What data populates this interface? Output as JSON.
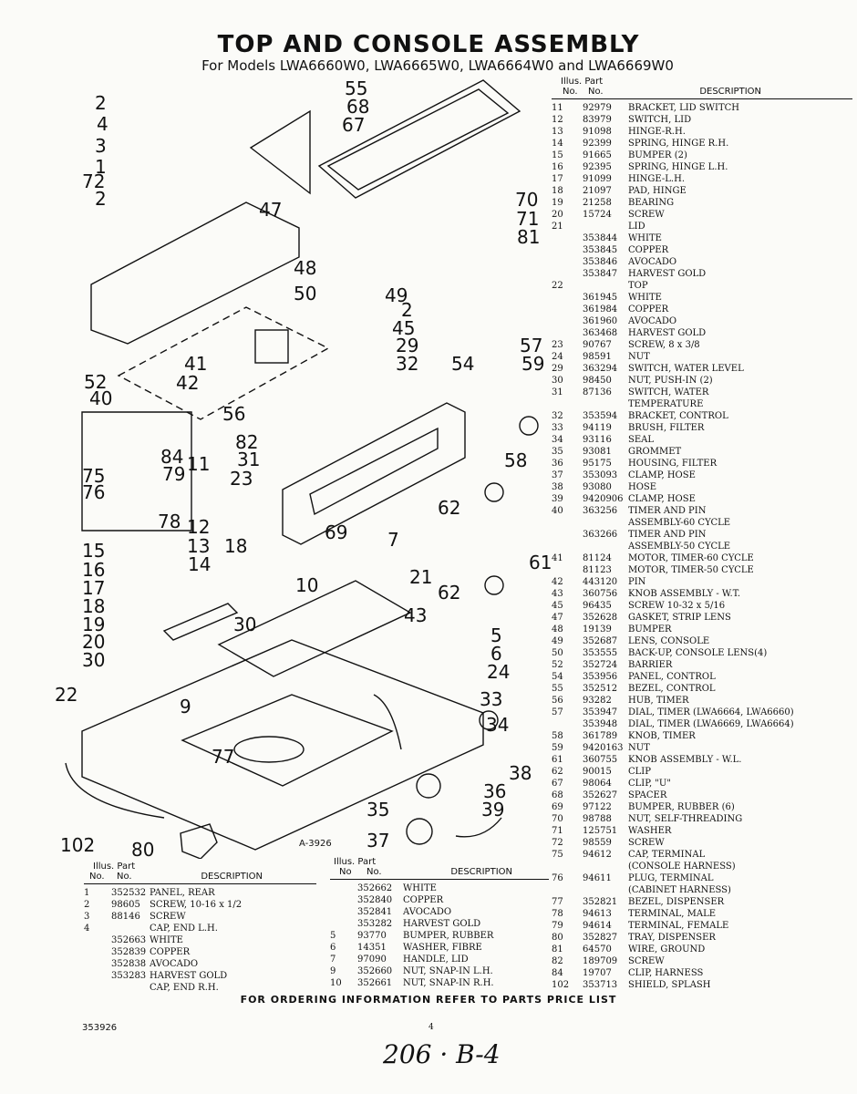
{
  "header": {
    "title": "TOP AND CONSOLE ASSEMBLY",
    "subtitle": "For Models LWA6660W0, LWA6665W0, LWA6664W0 and LWA6669W0"
  },
  "diagram": {
    "code": "A-3926",
    "callouts": [
      {
        "id": "c55",
        "label": "55"
      },
      {
        "id": "c2a",
        "label": "2"
      },
      {
        "id": "c68",
        "label": "68"
      },
      {
        "id": "c4",
        "label": "4"
      },
      {
        "id": "c67",
        "label": "67"
      },
      {
        "id": "c3",
        "label": "3"
      },
      {
        "id": "c1",
        "label": "1"
      },
      {
        "id": "c72",
        "label": "72"
      },
      {
        "id": "c2b",
        "label": "2"
      },
      {
        "id": "c47",
        "label": "47"
      },
      {
        "id": "c70",
        "label": "70"
      },
      {
        "id": "c71",
        "label": "71"
      },
      {
        "id": "c81",
        "label": "81"
      },
      {
        "id": "c48",
        "label": "48"
      },
      {
        "id": "c49",
        "label": "49"
      },
      {
        "id": "c50",
        "label": "50"
      },
      {
        "id": "c2c",
        "label": "2"
      },
      {
        "id": "c45",
        "label": "45"
      },
      {
        "id": "c29",
        "label": "29"
      },
      {
        "id": "c57",
        "label": "57"
      },
      {
        "id": "c41",
        "label": "41"
      },
      {
        "id": "c32",
        "label": "32"
      },
      {
        "id": "c54",
        "label": "54"
      },
      {
        "id": "c59",
        "label": "59"
      },
      {
        "id": "c42",
        "label": "42"
      },
      {
        "id": "c52",
        "label": "52"
      },
      {
        "id": "c40",
        "label": "40"
      },
      {
        "id": "c56",
        "label": "56"
      },
      {
        "id": "c82",
        "label": "82"
      },
      {
        "id": "c31",
        "label": "31"
      },
      {
        "id": "c58",
        "label": "58"
      },
      {
        "id": "c84",
        "label": "84"
      },
      {
        "id": "c11",
        "label": "11"
      },
      {
        "id": "c75",
        "label": "75"
      },
      {
        "id": "c79",
        "label": "79"
      },
      {
        "id": "c23",
        "label": "23"
      },
      {
        "id": "c76",
        "label": "76"
      },
      {
        "id": "c62a",
        "label": "62"
      },
      {
        "id": "c78",
        "label": "78"
      },
      {
        "id": "c12",
        "label": "12"
      },
      {
        "id": "c69",
        "label": "69"
      },
      {
        "id": "c13",
        "label": "13"
      },
      {
        "id": "c18",
        "label": "18"
      },
      {
        "id": "c7",
        "label": "7"
      },
      {
        "id": "c15",
        "label": "15"
      },
      {
        "id": "c14",
        "label": "14"
      },
      {
        "id": "c61",
        "label": "61"
      },
      {
        "id": "c16",
        "label": "16"
      },
      {
        "id": "c10",
        "label": "10"
      },
      {
        "id": "c21",
        "label": "21"
      },
      {
        "id": "c17",
        "label": "17"
      },
      {
        "id": "c62b",
        "label": "62"
      },
      {
        "id": "c18b",
        "label": "18"
      },
      {
        "id": "c30a",
        "label": "30"
      },
      {
        "id": "c43",
        "label": "43"
      },
      {
        "id": "c19",
        "label": "19"
      },
      {
        "id": "c5",
        "label": "5"
      },
      {
        "id": "c20",
        "label": "20"
      },
      {
        "id": "c6",
        "label": "6"
      },
      {
        "id": "c30b",
        "label": "30"
      },
      {
        "id": "c24",
        "label": "24"
      },
      {
        "id": "c22",
        "label": "22"
      },
      {
        "id": "c33",
        "label": "33"
      },
      {
        "id": "c9",
        "label": "9"
      },
      {
        "id": "c34",
        "label": "34"
      },
      {
        "id": "c77",
        "label": "77"
      },
      {
        "id": "c38",
        "label": "38"
      },
      {
        "id": "c36",
        "label": "36"
      },
      {
        "id": "c35",
        "label": "35"
      },
      {
        "id": "c39",
        "label": "39"
      },
      {
        "id": "c102",
        "label": "102"
      },
      {
        "id": "c80",
        "label": "80"
      },
      {
        "id": "c37",
        "label": "37"
      }
    ]
  },
  "right_table": {
    "head_line1": "Illus.  Part",
    "head_no1": "No.",
    "head_no2": "No.",
    "head_desc": "DESCRIPTION",
    "rows": [
      {
        "illus": "11",
        "part": "92979",
        "desc": "BRACKET, LID SWITCH"
      },
      {
        "illus": "12",
        "part": "83979",
        "desc": "SWITCH, LID"
      },
      {
        "illus": "13",
        "part": "91098",
        "desc": "HINGE-R.H."
      },
      {
        "illus": "14",
        "part": "92399",
        "desc": "SPRING, HINGE R.H."
      },
      {
        "illus": "15",
        "part": "91665",
        "desc": "BUMPER (2)"
      },
      {
        "illus": "16",
        "part": "92395",
        "desc": "SPRING, HINGE L.H."
      },
      {
        "illus": "17",
        "part": "91099",
        "desc": "HINGE-L.H."
      },
      {
        "illus": "18",
        "part": "21097",
        "desc": "PAD, HINGE"
      },
      {
        "illus": "19",
        "part": "21258",
        "desc": "BEARING"
      },
      {
        "illus": "20",
        "part": "15724",
        "desc": "SCREW"
      },
      {
        "illus": "21",
        "part": "",
        "desc": "LID"
      },
      {
        "illus": "",
        "part": "353844",
        "desc": "WHITE"
      },
      {
        "illus": "",
        "part": "353845",
        "desc": "COPPER"
      },
      {
        "illus": "",
        "part": "353846",
        "desc": "AVOCADO"
      },
      {
        "illus": "",
        "part": "353847",
        "desc": "HARVEST GOLD"
      },
      {
        "illus": "22",
        "part": "",
        "desc": "TOP"
      },
      {
        "illus": "",
        "part": "361945",
        "desc": "WHITE"
      },
      {
        "illus": "",
        "part": "361984",
        "desc": "COPPER"
      },
      {
        "illus": "",
        "part": "361960",
        "desc": "AVOCADO"
      },
      {
        "illus": "",
        "part": "363468",
        "desc": "HARVEST GOLD"
      },
      {
        "illus": "23",
        "part": "90767",
        "desc": "SCREW, 8 x 3/8"
      },
      {
        "illus": "24",
        "part": "98591",
        "desc": "NUT"
      },
      {
        "illus": "29",
        "part": "363294",
        "desc": "SWITCH, WATER LEVEL"
      },
      {
        "illus": "30",
        "part": "98450",
        "desc": "NUT, PUSH-IN (2)"
      },
      {
        "illus": "31",
        "part": "87136",
        "desc": "SWITCH, WATER"
      },
      {
        "illus": "",
        "part": "",
        "desc": "TEMPERATURE"
      },
      {
        "illus": "32",
        "part": "353594",
        "desc": "BRACKET, CONTROL"
      },
      {
        "illus": "33",
        "part": "94119",
        "desc": "BRUSH, FILTER"
      },
      {
        "illus": "34",
        "part": "93116",
        "desc": "SEAL"
      },
      {
        "illus": "35",
        "part": "93081",
        "desc": "GROMMET"
      },
      {
        "illus": "36",
        "part": "95175",
        "desc": "HOUSING, FILTER"
      },
      {
        "illus": "37",
        "part": "353093",
        "desc": "CLAMP, HOSE"
      },
      {
        "illus": "38",
        "part": "93080",
        "desc": "HOSE"
      },
      {
        "illus": "39",
        "part": "9420906",
        "desc": "CLAMP, HOSE"
      },
      {
        "illus": "40",
        "part": "363256",
        "desc": "TIMER AND PIN"
      },
      {
        "illus": "",
        "part": "",
        "desc": "ASSEMBLY-60 CYCLE"
      },
      {
        "illus": "",
        "part": "363266",
        "desc": "TIMER AND PIN"
      },
      {
        "illus": "",
        "part": "",
        "desc": "ASSEMBLY-50 CYCLE"
      },
      {
        "illus": "41",
        "part": "81124",
        "desc": "MOTOR, TIMER-60 CYCLE"
      },
      {
        "illus": "",
        "part": "81123",
        "desc": "MOTOR, TIMER-50 CYCLE"
      },
      {
        "illus": "42",
        "part": "443120",
        "desc": "PIN"
      },
      {
        "illus": "43",
        "part": "360756",
        "desc": "KNOB ASSEMBLY - W.T."
      },
      {
        "illus": "45",
        "part": "96435",
        "desc": "SCREW 10-32 x 5/16"
      },
      {
        "illus": "47",
        "part": "352628",
        "desc": "GASKET, STRIP LENS"
      },
      {
        "illus": "48",
        "part": "19139",
        "desc": "BUMPER"
      },
      {
        "illus": "49",
        "part": "352687",
        "desc": "LENS, CONSOLE"
      },
      {
        "illus": "50",
        "part": "353555",
        "desc": "BACK-UP, CONSOLE LENS(4)"
      },
      {
        "illus": "52",
        "part": "352724",
        "desc": "BARRIER"
      },
      {
        "illus": "54",
        "part": "353956",
        "desc": "PANEL, CONTROL"
      },
      {
        "illus": "55",
        "part": "352512",
        "desc": "BEZEL, CONTROL"
      },
      {
        "illus": "56",
        "part": "93282",
        "desc": "HUB, TIMER"
      },
      {
        "illus": "57",
        "part": "353947",
        "desc": "DIAL, TIMER (LWA6664, LWA6660)"
      },
      {
        "illus": "",
        "part": "353948",
        "desc": "DIAL, TIMER (LWA6669, LWA6664)"
      },
      {
        "illus": "58",
        "part": "361789",
        "desc": "KNOB, TIMER"
      },
      {
        "illus": "59",
        "part": "9420163",
        "desc": "NUT"
      },
      {
        "illus": "61",
        "part": "360755",
        "desc": "KNOB ASSEMBLY - W.L."
      },
      {
        "illus": "62",
        "part": "90015",
        "desc": "CLIP"
      },
      {
        "illus": "67",
        "part": "98064",
        "desc": "CLIP, \"U\""
      },
      {
        "illus": "68",
        "part": "352627",
        "desc": "SPACER"
      },
      {
        "illus": "69",
        "part": "97122",
        "desc": "BUMPER, RUBBER (6)"
      },
      {
        "illus": "70",
        "part": "98788",
        "desc": "NUT, SELF-THREADING"
      },
      {
        "illus": "71",
        "part": "125751",
        "desc": "WASHER"
      },
      {
        "illus": "72",
        "part": "98559",
        "desc": "SCREW"
      },
      {
        "illus": "75",
        "part": "94612",
        "desc": "CAP, TERMINAL"
      },
      {
        "illus": "",
        "part": "",
        "desc": "(CONSOLE HARNESS)"
      },
      {
        "illus": "76",
        "part": "94611",
        "desc": "PLUG, TERMINAL"
      },
      {
        "illus": "",
        "part": "",
        "desc": "(CABINET HARNESS)"
      },
      {
        "illus": "77",
        "part": "352821",
        "desc": "BEZEL, DISPENSER"
      },
      {
        "illus": "78",
        "part": "94613",
        "desc": "TERMINAL, MALE"
      },
      {
        "illus": "79",
        "part": "94614",
        "desc": "TERMINAL, FEMALE"
      },
      {
        "illus": "80",
        "part": "352827",
        "desc": "TRAY, DISPENSER"
      },
      {
        "illus": "81",
        "part": "64570",
        "desc": "WIRE, GROUND"
      },
      {
        "illus": "82",
        "part": "189709",
        "desc": "SCREW"
      },
      {
        "illus": "84",
        "part": "19707",
        "desc": "CLIP, HARNESS"
      },
      {
        "illus": "102",
        "part": "353713",
        "desc": "SHIELD, SPLASH"
      }
    ]
  },
  "left_table": {
    "head_line1": "Illus.  Part",
    "head_no1": "No.",
    "head_no2": "No.",
    "head_desc": "DESCRIPTION",
    "rows": [
      {
        "illus": "1",
        "part": "352532",
        "desc": "PANEL, REAR"
      },
      {
        "illus": "2",
        "part": "98605",
        "desc": "SCREW, 10-16 x 1/2"
      },
      {
        "illus": "3",
        "part": "88146",
        "desc": "SCREW"
      },
      {
        "illus": "4",
        "part": "",
        "desc": "CAP, END L.H."
      },
      {
        "illus": "",
        "part": "352663",
        "desc": "WHITE"
      },
      {
        "illus": "",
        "part": "352839",
        "desc": "COPPER"
      },
      {
        "illus": "",
        "part": "352838",
        "desc": "AVOCADO"
      },
      {
        "illus": "",
        "part": "353283",
        "desc": "HARVEST GOLD"
      },
      {
        "illus": "",
        "part": "",
        "desc": "CAP, END R.H."
      }
    ]
  },
  "middle_table": {
    "head_line1": "Illus.  Part",
    "head_no1": "No",
    "head_no2": "No.",
    "head_desc": "DESCRIPTION",
    "rows": [
      {
        "illus": "",
        "part": "352662",
        "desc": "WHITE"
      },
      {
        "illus": "",
        "part": "352840",
        "desc": "COPPER"
      },
      {
        "illus": "",
        "part": "352841",
        "desc": "AVOCADO"
      },
      {
        "illus": "",
        "part": "353282",
        "desc": "HARVEST GOLD"
      },
      {
        "illus": "5",
        "part": "93770",
        "desc": "BUMPER, RUBBER"
      },
      {
        "illus": "6",
        "part": "14351",
        "desc": "WASHER, FIBRE"
      },
      {
        "illus": "7",
        "part": "97090",
        "desc": "HANDLE, LID"
      },
      {
        "illus": "9",
        "part": "352660",
        "desc": "NUT, SNAP-IN L.H."
      },
      {
        "illus": "10",
        "part": "352661",
        "desc": "NUT, SNAP-IN R.H."
      }
    ]
  },
  "footer": {
    "ordering": "FOR ORDERING INFORMATION REFER TO PARTS PRICE LIST",
    "doc_number": "353926",
    "page_number": "4",
    "handwritten": "206 · B-4"
  }
}
